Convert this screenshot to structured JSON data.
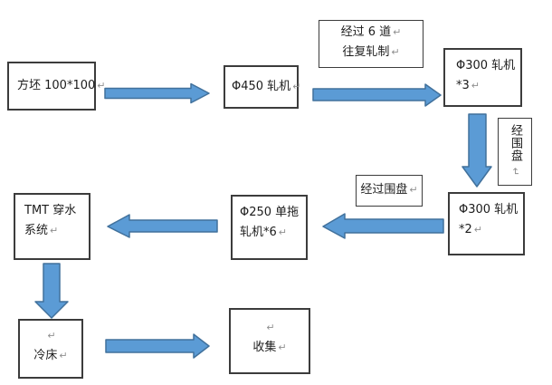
{
  "marks": {
    "return": "↵"
  },
  "colors": {
    "arrow_fill": "#5b9bd5",
    "arrow_stroke": "#41719c",
    "box_border": "#3c3c3c"
  },
  "boxes": {
    "billet": {
      "line1": "方坯 100*100"
    },
    "mill450": {
      "line1": "Φ450 轧机"
    },
    "pass_note": {
      "line1": "经过 6 道",
      "line2": "往复轧制"
    },
    "mill300x3": {
      "line1": "Φ300 轧机",
      "line2": "*3"
    },
    "coil_vertical": {
      "line1": "经围盘"
    },
    "mill300x2": {
      "line1": "Φ300 轧机",
      "line2": "*2"
    },
    "coil_note": {
      "line1": "经过围盘"
    },
    "mill250": {
      "line1": "Φ250 单拖",
      "line2": "轧机*6"
    },
    "tmt": {
      "line1": "TMT  穿水",
      "line2": "系统"
    },
    "cooling_bed": {
      "line2": "冷床"
    },
    "collect": {
      "line2": "收集"
    }
  },
  "arrows": [
    {
      "name": "billet-to-mill450",
      "direction": "right"
    },
    {
      "name": "mill450-to-mill300x3",
      "direction": "right"
    },
    {
      "name": "mill300x3-to-mill300x2",
      "direction": "down"
    },
    {
      "name": "mill300x2-to-mill250",
      "direction": "left"
    },
    {
      "name": "mill250-to-tmt",
      "direction": "left"
    },
    {
      "name": "tmt-to-cooling-bed",
      "direction": "down"
    },
    {
      "name": "cooling-bed-to-collect",
      "direction": "right"
    }
  ]
}
